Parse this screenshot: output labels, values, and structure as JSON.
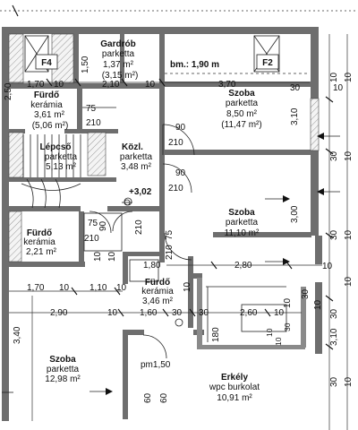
{
  "rooms": {
    "gardrob": {
      "name": "Gardrób",
      "floor": "parketta",
      "area": "1,37 m²",
      "area_alt": "(3,15 m²)"
    },
    "szoba_top": {
      "name": "Szoba",
      "floor": "parketta",
      "area": "8,50 m²",
      "area_alt": "(11,47 m²)"
    },
    "furdo_top": {
      "name": "Fürdő",
      "floor": "kerámia",
      "area": "3,61 m²",
      "area_alt": "(5,06 m²)"
    },
    "lepcso": {
      "name": "Lépcső",
      "floor": "parketta",
      "area": "5,13 m²"
    },
    "kozl": {
      "name": "Közl.",
      "floor": "parketta",
      "area": "3,48 m²"
    },
    "szoba_mid": {
      "name": "Szoba",
      "floor": "parketta",
      "area": "11,10 m²"
    },
    "furdo_left": {
      "name": "Fürdő",
      "floor": "kerámia",
      "area": "2,21 m²"
    },
    "furdo_bottom": {
      "name": "Fürdő",
      "floor": "kerámia",
      "area": "3,46 m²"
    },
    "szoba_bottom": {
      "name": "Szoba",
      "floor": "parketta",
      "area": "12,98 m²"
    },
    "erkely": {
      "name": "Erkély",
      "floor": "wpc burkolat",
      "area": "10,91 m²"
    }
  },
  "labels": {
    "f4": "F4",
    "f2": "F2",
    "bm": "bm.: 1,90 m",
    "level": "+3,02",
    "pm": "pm1,50"
  },
  "dims": {
    "d1_70a": "1,70",
    "d10a": "10",
    "d2_10": "2,10",
    "d10b": "10",
    "d3_70": "3,70",
    "d30a": "30",
    "d10c": "10",
    "d2_50": "2,50",
    "d1_50": "1,50",
    "d75a": "75",
    "d210a": "210",
    "d90a": "90",
    "d210b": "210",
    "d3_10": "3,10",
    "d90b": "90",
    "d210c": "210",
    "d3_00": "3,00",
    "d10d": "10",
    "d10e": "10",
    "d30b": "30",
    "d10f": "10",
    "d30c": "30",
    "d10g": "10",
    "d75b": "75",
    "d210d": "210",
    "d90c": "90",
    "d210e": "210",
    "d1_80": "1,80",
    "d2_80": "2,80",
    "d75c": "75",
    "d210f": "210",
    "d1_70b": "1,70",
    "d10h": "10",
    "d1_10": "1,10",
    "d10i": "10",
    "d2_90": "2,90",
    "d10j": "10",
    "d1_60": "1,60",
    "d30d": "30",
    "d30e": "30",
    "d2_60": "2,60",
    "d10k": "10",
    "d3_40": "3,40",
    "d180": "180",
    "d10l": "10",
    "d10m": "10",
    "d30f": "30",
    "d10n": "10",
    "d60a": "60",
    "d60b": "60",
    "d3_10b": "3,10",
    "d10o": "10",
    "d30g": "30",
    "d10p": "10",
    "d30h": "30",
    "d10q": "10",
    "d30i": "30",
    "d10r": "10",
    "d10s": "10",
    "d10t": "10",
    "d10u": "10"
  }
}
